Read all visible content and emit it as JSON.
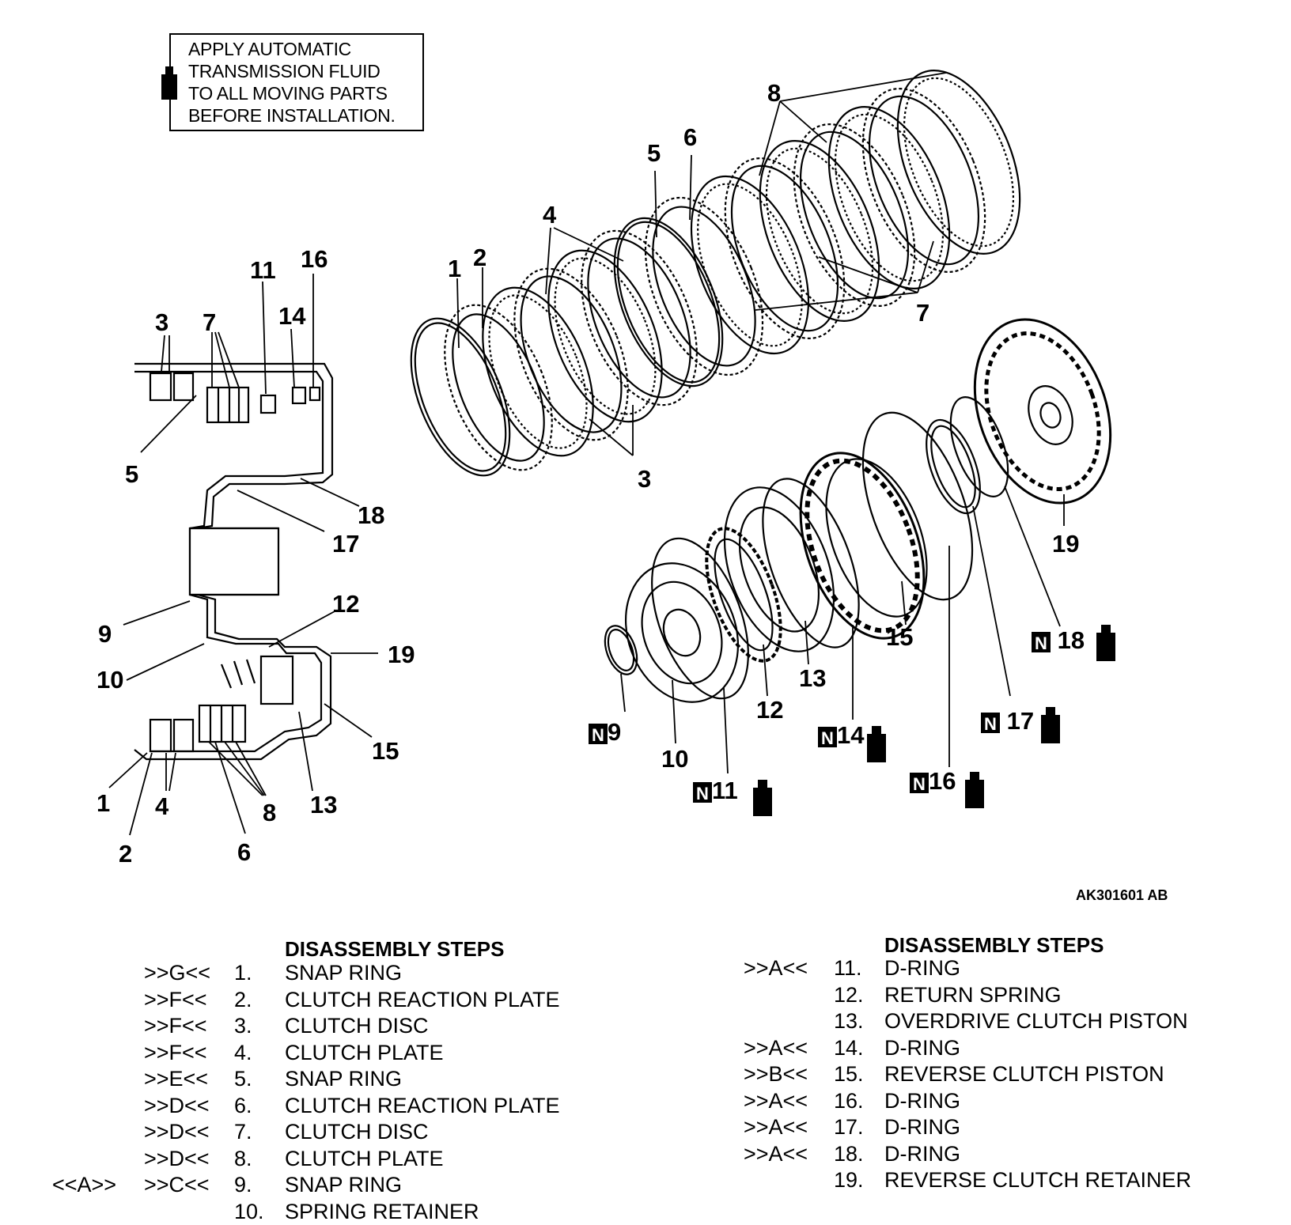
{
  "note": {
    "lines": [
      "APPLY AUTOMATIC",
      "TRANSMISSION FLUID",
      "TO ALL MOVING PARTS",
      "BEFORE INSTALLATION."
    ],
    "icon": "fluid-bottle-icon"
  },
  "callouts": {
    "exploded": [
      "1",
      "2",
      "3",
      "4",
      "5",
      "6",
      "7",
      "8",
      "9",
      "10",
      "11",
      "12",
      "13",
      "14",
      "15",
      "16",
      "17",
      "18",
      "19"
    ],
    "section": [
      "1",
      "2",
      "3",
      "4",
      "5",
      "6",
      "7",
      "8",
      "9",
      "10",
      "11",
      "12",
      "13",
      "14",
      "15",
      "16",
      "17",
      "18",
      "19"
    ]
  },
  "n_mark": "N",
  "figure_code": "AK301601 AB",
  "steps_left": {
    "header": "DISASSEMBLY STEPS",
    "rows": [
      {
        "pre": "",
        "code": ">>G<<",
        "num": "1.",
        "text": "SNAP RING"
      },
      {
        "pre": "",
        "code": ">>F<<",
        "num": "2.",
        "text": "CLUTCH REACTION PLATE"
      },
      {
        "pre": "",
        "code": ">>F<<",
        "num": "3.",
        "text": "CLUTCH DISC"
      },
      {
        "pre": "",
        "code": ">>F<<",
        "num": "4.",
        "text": "CLUTCH PLATE"
      },
      {
        "pre": "",
        "code": ">>E<<",
        "num": "5.",
        "text": "SNAP RING"
      },
      {
        "pre": "",
        "code": ">>D<<",
        "num": "6.",
        "text": "CLUTCH REACTION PLATE"
      },
      {
        "pre": "",
        "code": ">>D<<",
        "num": "7.",
        "text": "CLUTCH DISC"
      },
      {
        "pre": "",
        "code": ">>D<<",
        "num": "8.",
        "text": "CLUTCH PLATE"
      },
      {
        "pre": "<<A>>",
        "code": ">>C<<",
        "num": "9.",
        "text": "SNAP RING"
      },
      {
        "pre": "",
        "code": "",
        "num": "10.",
        "text": "SPRING RETAINER"
      }
    ]
  },
  "steps_right": {
    "header": "DISASSEMBLY STEPS",
    "rows": [
      {
        "code": ">>A<<",
        "num": "11.",
        "text": "D-RING"
      },
      {
        "code": "",
        "num": "12.",
        "text": "RETURN SPRING"
      },
      {
        "code": "",
        "num": "13.",
        "text": "OVERDRIVE CLUTCH PISTON"
      },
      {
        "code": ">>A<<",
        "num": "14.",
        "text": "D-RING"
      },
      {
        "code": ">>B<<",
        "num": "15.",
        "text": "REVERSE CLUTCH PISTON"
      },
      {
        "code": ">>A<<",
        "num": "16.",
        "text": "D-RING"
      },
      {
        "code": ">>A<<",
        "num": "17.",
        "text": "D-RING"
      },
      {
        "code": ">>A<<",
        "num": "18.",
        "text": "D-RING"
      },
      {
        "code": "",
        "num": "19.",
        "text": "REVERSE CLUTCH RETAINER"
      }
    ]
  }
}
